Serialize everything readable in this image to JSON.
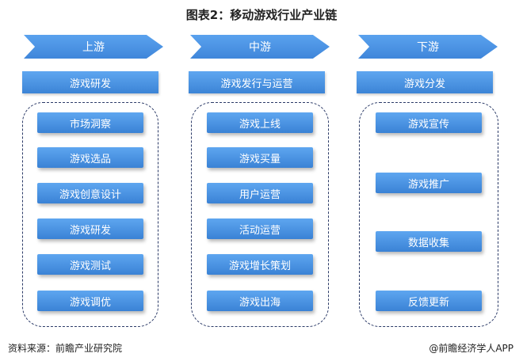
{
  "title": "图表2：移动游戏行业产业链",
  "columns": [
    {
      "stage": "上游",
      "header": "游戏研发",
      "items": [
        "市场洞察",
        "游戏选品",
        "游戏创意设计",
        "游戏研发",
        "游戏测试",
        "游戏调优"
      ]
    },
    {
      "stage": "中游",
      "header": "游戏发行与运营",
      "items": [
        "游戏上线",
        "游戏买量",
        "用户运营",
        "活动运营",
        "游戏增长策划",
        "游戏出海"
      ]
    },
    {
      "stage": "下游",
      "header": "游戏分发",
      "items": [
        "游戏宣传",
        "游戏推广",
        "数据收集",
        "反馈更新"
      ]
    }
  ],
  "footer": {
    "source": "资料来源：前瞻产业研究院",
    "credit": "@前瞻经济学人APP"
  }
}
